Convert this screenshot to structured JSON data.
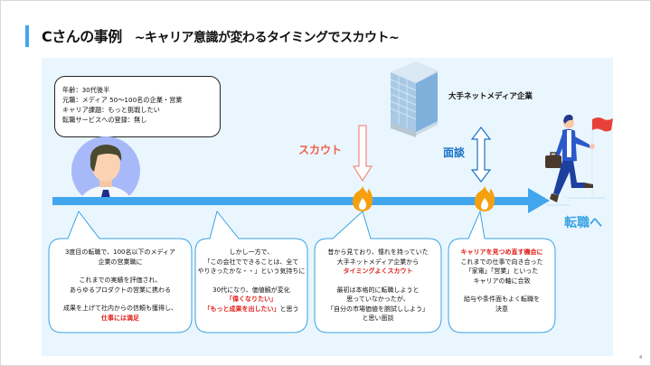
{
  "slide": {
    "title": "Cさんの事例",
    "subtitle": "~キャリア意識が変わるタイミングでスカウト~",
    "page_number": "4"
  },
  "profile": {
    "lines": [
      "年齢：30代後半",
      "元職：メディア 50～100名の企業・営業",
      "キャリア課題：もっと挑戦したい",
      "転職サービスへの登録：無し"
    ]
  },
  "labels": {
    "company": "大手ネットメディア企業",
    "scout": "スカウト",
    "interview": "面談",
    "goal": "転職へ"
  },
  "icons": {
    "avatar": "person-avatar-icon",
    "building": "office-building-icon",
    "flame": "flame-icon",
    "runner": "businessman-running-icon",
    "flag": "flag-icon"
  },
  "colors": {
    "accent": "#41a6ee",
    "panel": "#eaf6fe",
    "scout": "#f0614a",
    "interview": "#1a73c7",
    "flame": "#f5a00f",
    "highlight": "#e0201b"
  },
  "bubbles": [
    {
      "p1": [
        "3度目の転職で、100名以下のメディア",
        "企業の営業職に"
      ],
      "p2": [
        "これまでの実績を評価され、",
        "あらゆるプロダクトの営業に携わる"
      ],
      "p3": [
        "成果を上げて社内からの信頼も獲得し、"
      ],
      "highlight": "仕事には満足"
    },
    {
      "p1": [
        "しかし一方で、",
        "「この会社でできることは、全て",
        "やりきったかな・・」という気持ちに"
      ],
      "p2": [
        "30代になり、価値観が変化"
      ],
      "hl1": "「偉くなりたい」",
      "hl2": "「もっと成果を出したい」",
      "hl2_suffix": "と思う"
    },
    {
      "p1": [
        "昔から見ており、憧れを持っていた",
        "大手ネットメディア企業から"
      ],
      "highlight": "タイミングよくスカウト",
      "p2": [
        "最初は本格的に転職しようと",
        "思っていなかったが、",
        "「自分の市場価値を腕試ししよう」",
        "と思い面談"
      ]
    },
    {
      "highlight": "キャリアを見つめ直す機会に",
      "p1": [
        "これまでの仕事で向き合った",
        "「家電」「営業」といった",
        "キャリアの軸に合致"
      ],
      "p2": [
        "給与や条件面もよく転職を",
        "決意"
      ]
    }
  ]
}
